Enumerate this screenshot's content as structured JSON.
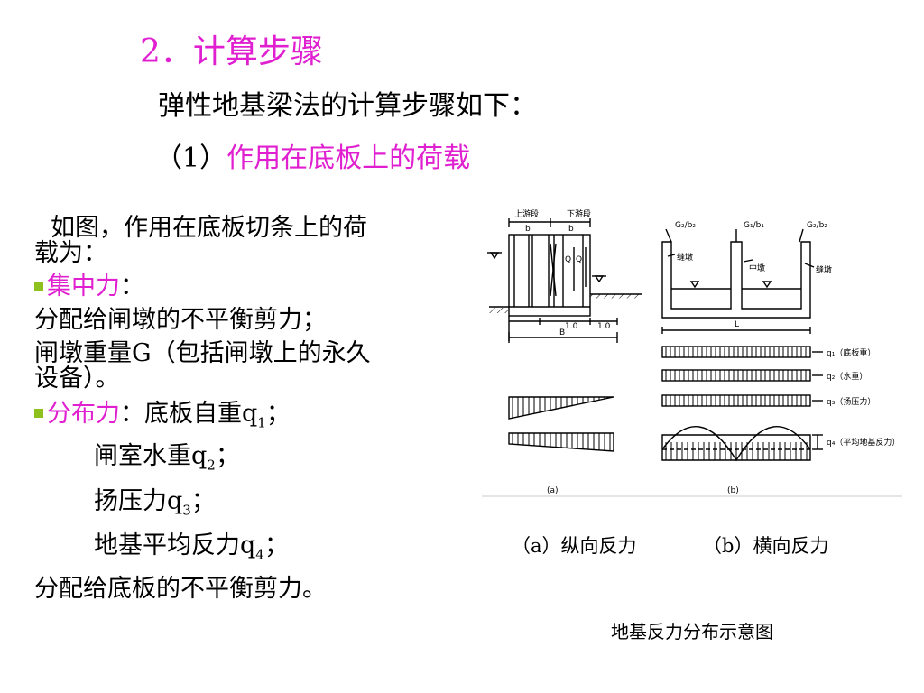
{
  "heading": {
    "number": "2．",
    "text": "计算步骤"
  },
  "intro": "弹性地基梁法的计算步骤如下：",
  "step": {
    "prefix": "（1）",
    "text": "作用在底板上的荷载"
  },
  "left": {
    "p1_a": "如图，作用在底板切条上的荷",
    "p1_b": "载为：",
    "b1_label": "集中力",
    "b1_colon": "：",
    "b1_l1": "分配给闸墩的不平衡剪力；",
    "b1_l2a": "闸墩重量G（包括闸墩上的永久",
    "b1_l2b": "设备）。",
    "b2_label": "分布力",
    "b2_l1": "：底板自重q",
    "q1_sub": "1",
    "semi": "；",
    "b2_l2": "闸室水重q",
    "q2_sub": "2",
    "b2_l3": "扬压力q",
    "q3_sub": "3",
    "b2_l4": "地基平均反力q",
    "q4_sub": "4",
    "last": "分配给底板的不平衡剪力。"
  },
  "figure": {
    "a_top_up": "上游段",
    "a_top_down": "下游段",
    "b1": "b",
    "b2": "b",
    "Q1": "Q",
    "Q2": "Q",
    "dim1": "1.0",
    "dim2": "1.0",
    "B": "B",
    "tag_a": "(a)",
    "tag_b": "(b)",
    "g_left": "G₂/b₂",
    "g_mid": "G₁/b₁",
    "g_right": "G₂/b₂",
    "pier_side": "缝墩",
    "pier_mid": "中墩",
    "L": "L",
    "q1": "q₁（底板重）",
    "q2": "q₂（水重）",
    "q3": "q₃（扬压力）",
    "q4": "q₄（平均地基反力）"
  },
  "captions": {
    "a": "（a）纵向反力",
    "b": "（b）横向反力"
  },
  "figure_title": "地基反力分布示意图"
}
